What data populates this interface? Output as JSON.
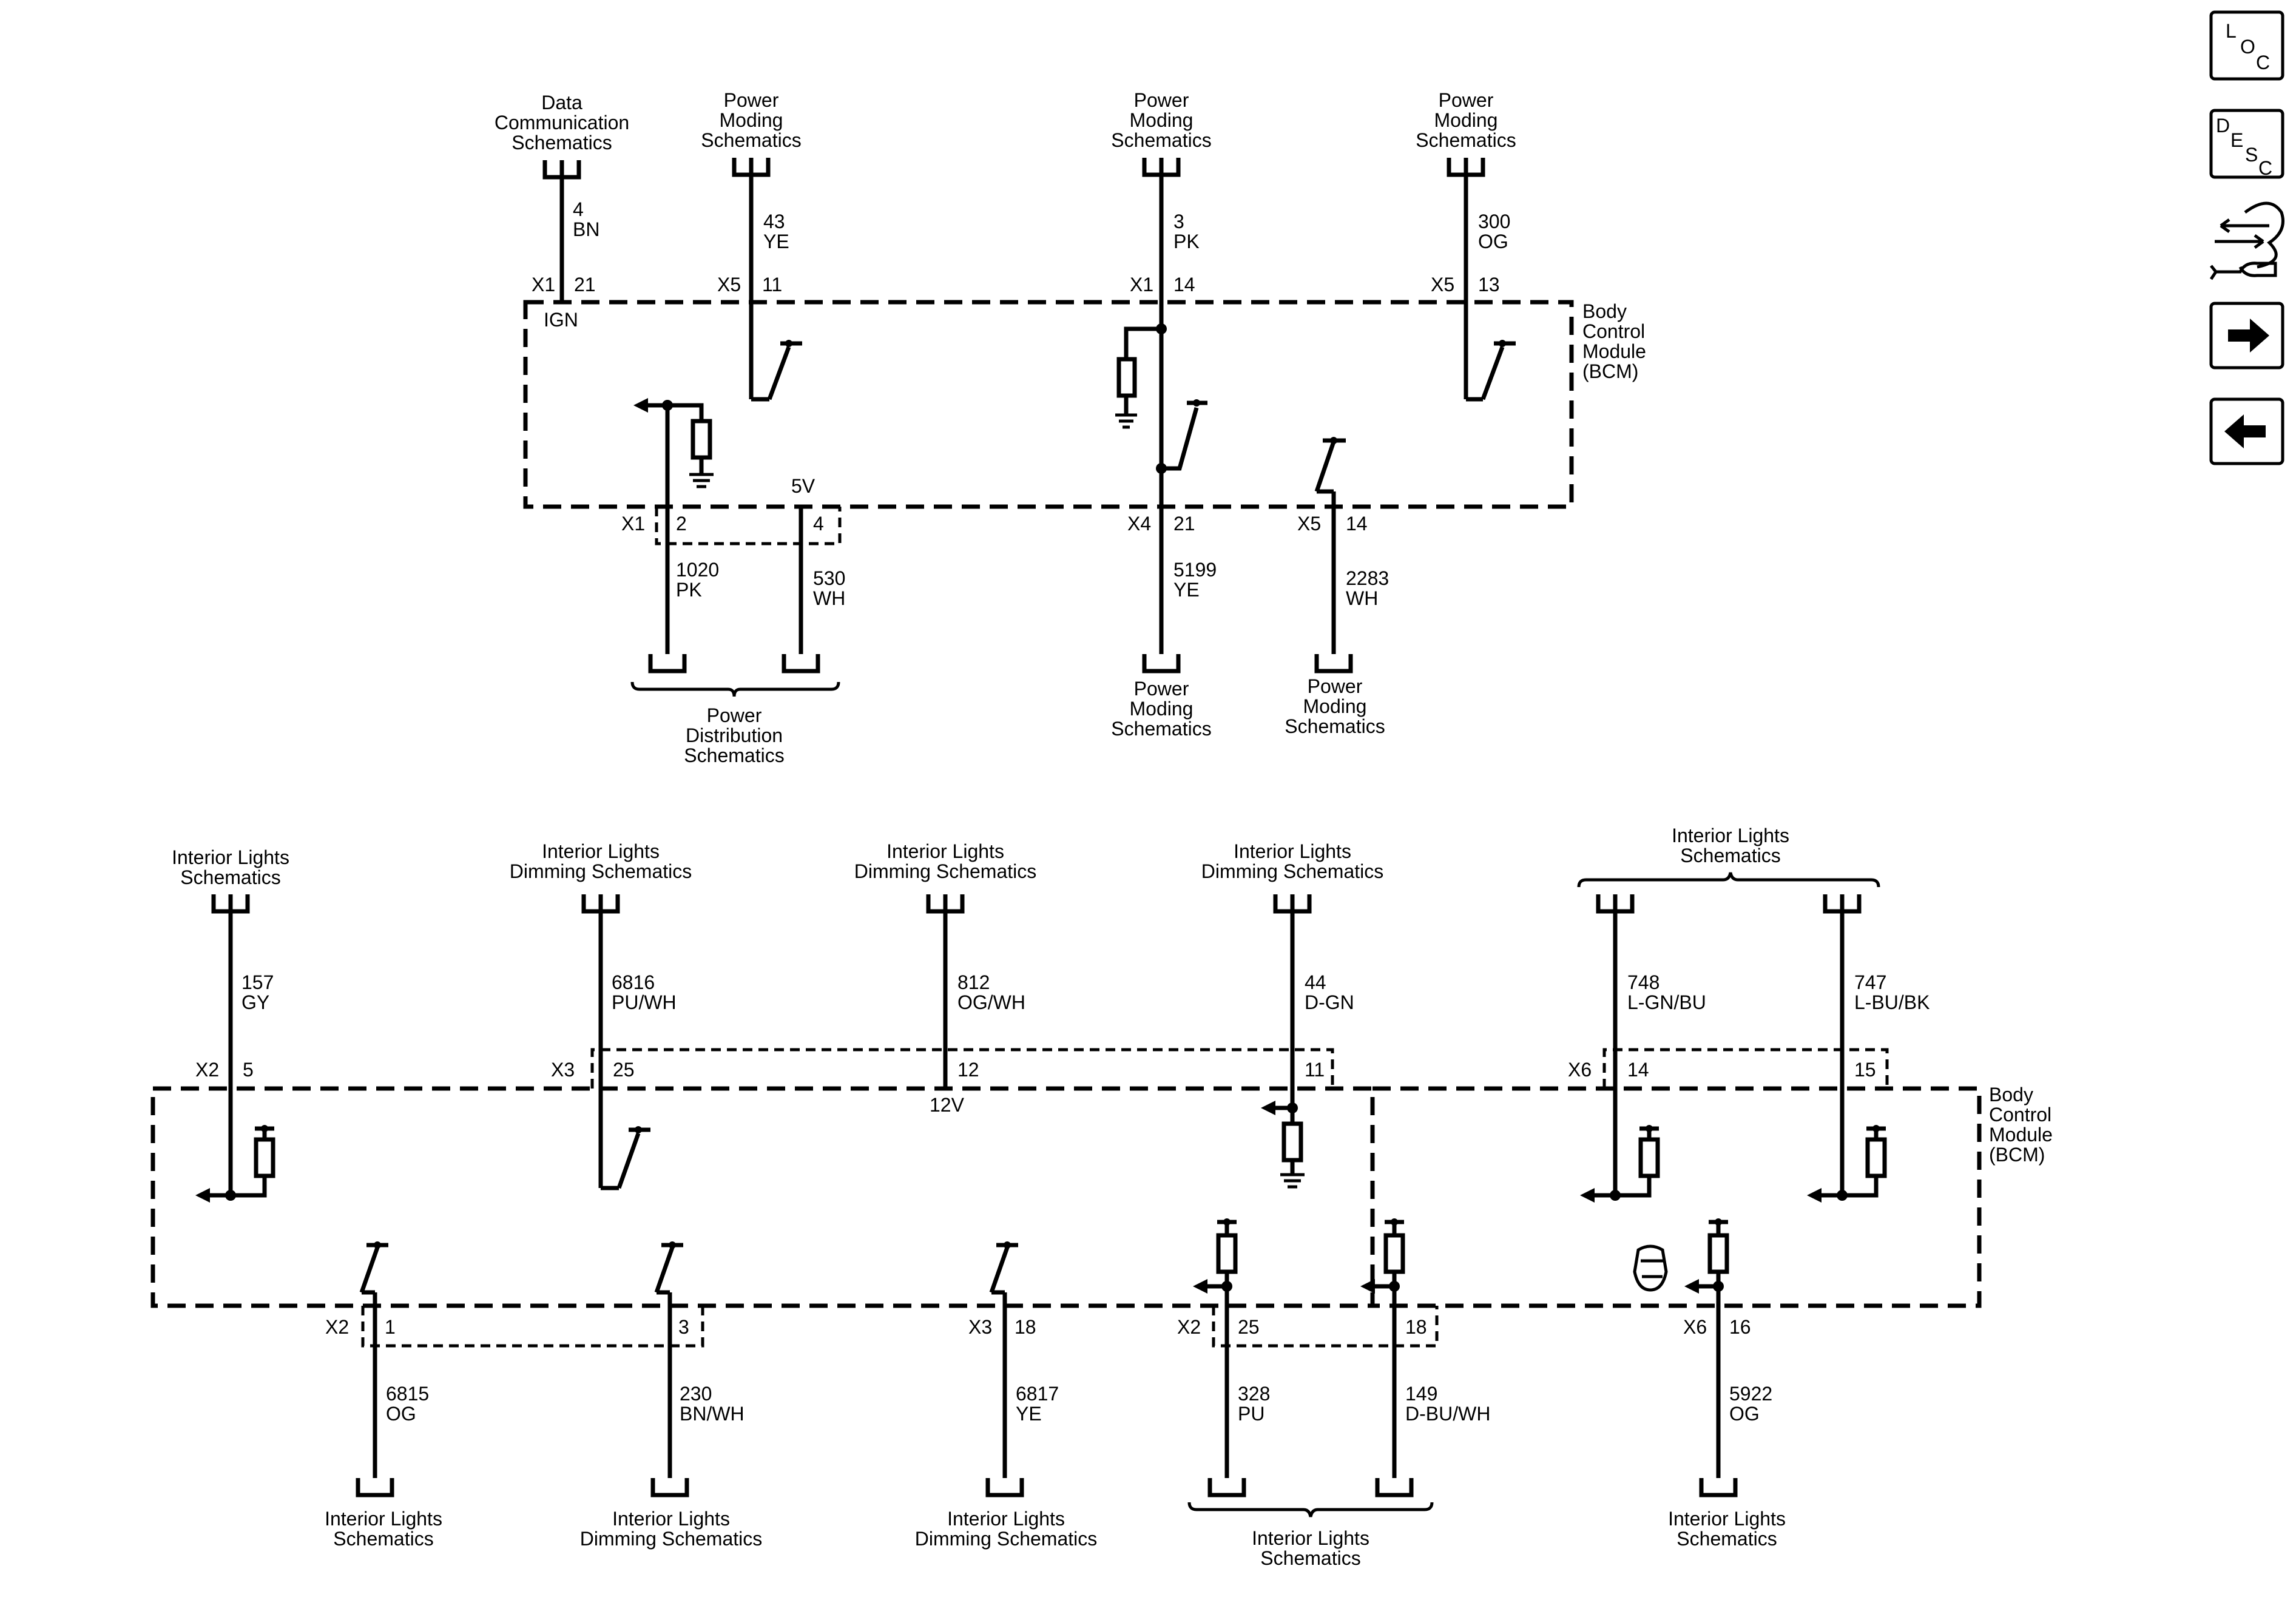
{
  "nav": {
    "loc": [
      "L",
      "O",
      "C"
    ],
    "desc": [
      "D",
      "E",
      "S",
      "C"
    ]
  },
  "top": {
    "bcm": [
      "Body",
      "Control",
      "Module",
      "(BCM)"
    ],
    "circuits": [
      {
        "src": [
          "Data",
          "Communication",
          "Schematics"
        ],
        "num": "4",
        "color": "BN",
        "conn": "X1",
        "pin": "21",
        "pinLabel": "IGN"
      },
      {
        "src": [
          "Power",
          "Moding",
          "Schematics"
        ],
        "num": "43",
        "color": "YE",
        "conn": "X5",
        "pin": "11"
      },
      {
        "src": [
          "Power",
          "Moding",
          "Schematics"
        ],
        "num": "3",
        "color": "PK",
        "conn": "X1",
        "pin": "14"
      },
      {
        "src": [
          "Power",
          "Moding",
          "Schematics"
        ],
        "num": "300",
        "color": "OG",
        "conn": "X5",
        "pin": "13"
      }
    ],
    "bottom": [
      {
        "conn": "X1",
        "pin": "2",
        "num": "1020",
        "color": "PK"
      },
      {
        "pin": "4",
        "num": "530",
        "color": "WH",
        "supply": "5V"
      },
      {
        "conn": "X4",
        "pin": "21",
        "num": "5199",
        "color": "YE"
      },
      {
        "conn": "X5",
        "pin": "14",
        "num": "2283",
        "color": "WH"
      }
    ],
    "dest": {
      "pdist": [
        "Power",
        "Distribution",
        "Schematics"
      ],
      "pm1": [
        "Power",
        "Moding",
        "Schematics"
      ],
      "pm2": [
        "Power",
        "Moding",
        "Schematics"
      ]
    }
  },
  "bottomModule": {
    "bcm": [
      "Body",
      "Control",
      "Module",
      "(BCM)"
    ],
    "supply12": "12V",
    "inputs": [
      {
        "src": [
          "Interior Lights",
          "Schematics"
        ],
        "num": "157",
        "color": "GY",
        "conn": "X2",
        "pin": "5"
      },
      {
        "src": [
          "Interior Lights",
          "Dimming Schematics"
        ],
        "num": "6816",
        "color": "PU/WH",
        "conn": "X3",
        "pin": "25"
      },
      {
        "src": [
          "Interior Lights",
          "Dimming Schematics"
        ],
        "num": "812",
        "color": "OG/WH",
        "pin": "12"
      },
      {
        "src": [
          "Interior Lights",
          "Dimming Schematics"
        ],
        "num": "44",
        "color": "D-GN",
        "pin": "11"
      },
      {
        "num": "748",
        "color": "L-GN/BU",
        "conn": "X6",
        "pin": "14"
      },
      {
        "num": "747",
        "color": "L-BU/BK",
        "pin": "15"
      }
    ],
    "groupSrc": [
      "Interior Lights",
      "Schematics"
    ],
    "outputs": [
      {
        "conn": "X2",
        "pin": "1",
        "num": "6815",
        "color": "OG",
        "dest": [
          "Interior Lights",
          "Schematics"
        ]
      },
      {
        "pin": "3",
        "num": "230",
        "color": "BN/WH",
        "dest": [
          "Interior Lights",
          "Dimming Schematics"
        ]
      },
      {
        "conn": "X3",
        "pin": "18",
        "num": "6817",
        "color": "YE",
        "dest": [
          "Interior Lights",
          "Dimming Schematics"
        ]
      },
      {
        "conn": "X2",
        "pin": "25",
        "num": "328",
        "color": "PU"
      },
      {
        "pin": "18",
        "num": "149",
        "color": "D-BU/WH"
      },
      {
        "conn": "X6",
        "pin": "16",
        "num": "5922",
        "color": "OG",
        "dest": [
          "Interior Lights",
          "Schematics"
        ]
      }
    ],
    "groupDest": [
      "Interior Lights",
      "Schematics"
    ]
  }
}
